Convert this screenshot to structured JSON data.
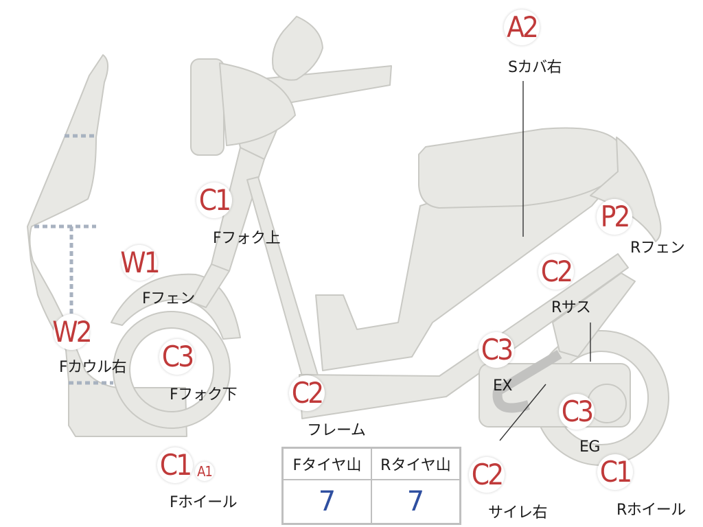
{
  "colors": {
    "part_fill": "#e8e8e4",
    "part_stroke": "#c9c9c4",
    "marker_text": "#c03a3a",
    "label_text": "#1a1a1a",
    "tire_value": "#2f4fa0",
    "dashed": "#a8b2c0"
  },
  "markers": [
    {
      "code": "A2"
    },
    {
      "code": "P2"
    },
    {
      "code": "C1"
    },
    {
      "code": "W1"
    },
    {
      "code": "C2"
    },
    {
      "code": "W2"
    },
    {
      "code": "C3"
    },
    {
      "code": "C3"
    },
    {
      "code": "C2"
    },
    {
      "code": "C3"
    },
    {
      "code": "C1"
    },
    {
      "code": "A1"
    },
    {
      "code": "C2"
    },
    {
      "code": "C1"
    }
  ],
  "labels": [
    "Sカバ右",
    "Rフェン",
    "Fフォク上",
    "Fフェン",
    "Rサス",
    "Fカウル右",
    "Fフォク下",
    "EX",
    "フレーム",
    "EG",
    "Fホイール",
    "サイレ右",
    "Rホイール"
  ],
  "tire_table": {
    "headers": [
      "Fタイヤ山",
      "Rタイヤ山"
    ],
    "values": [
      "7",
      "7"
    ]
  }
}
